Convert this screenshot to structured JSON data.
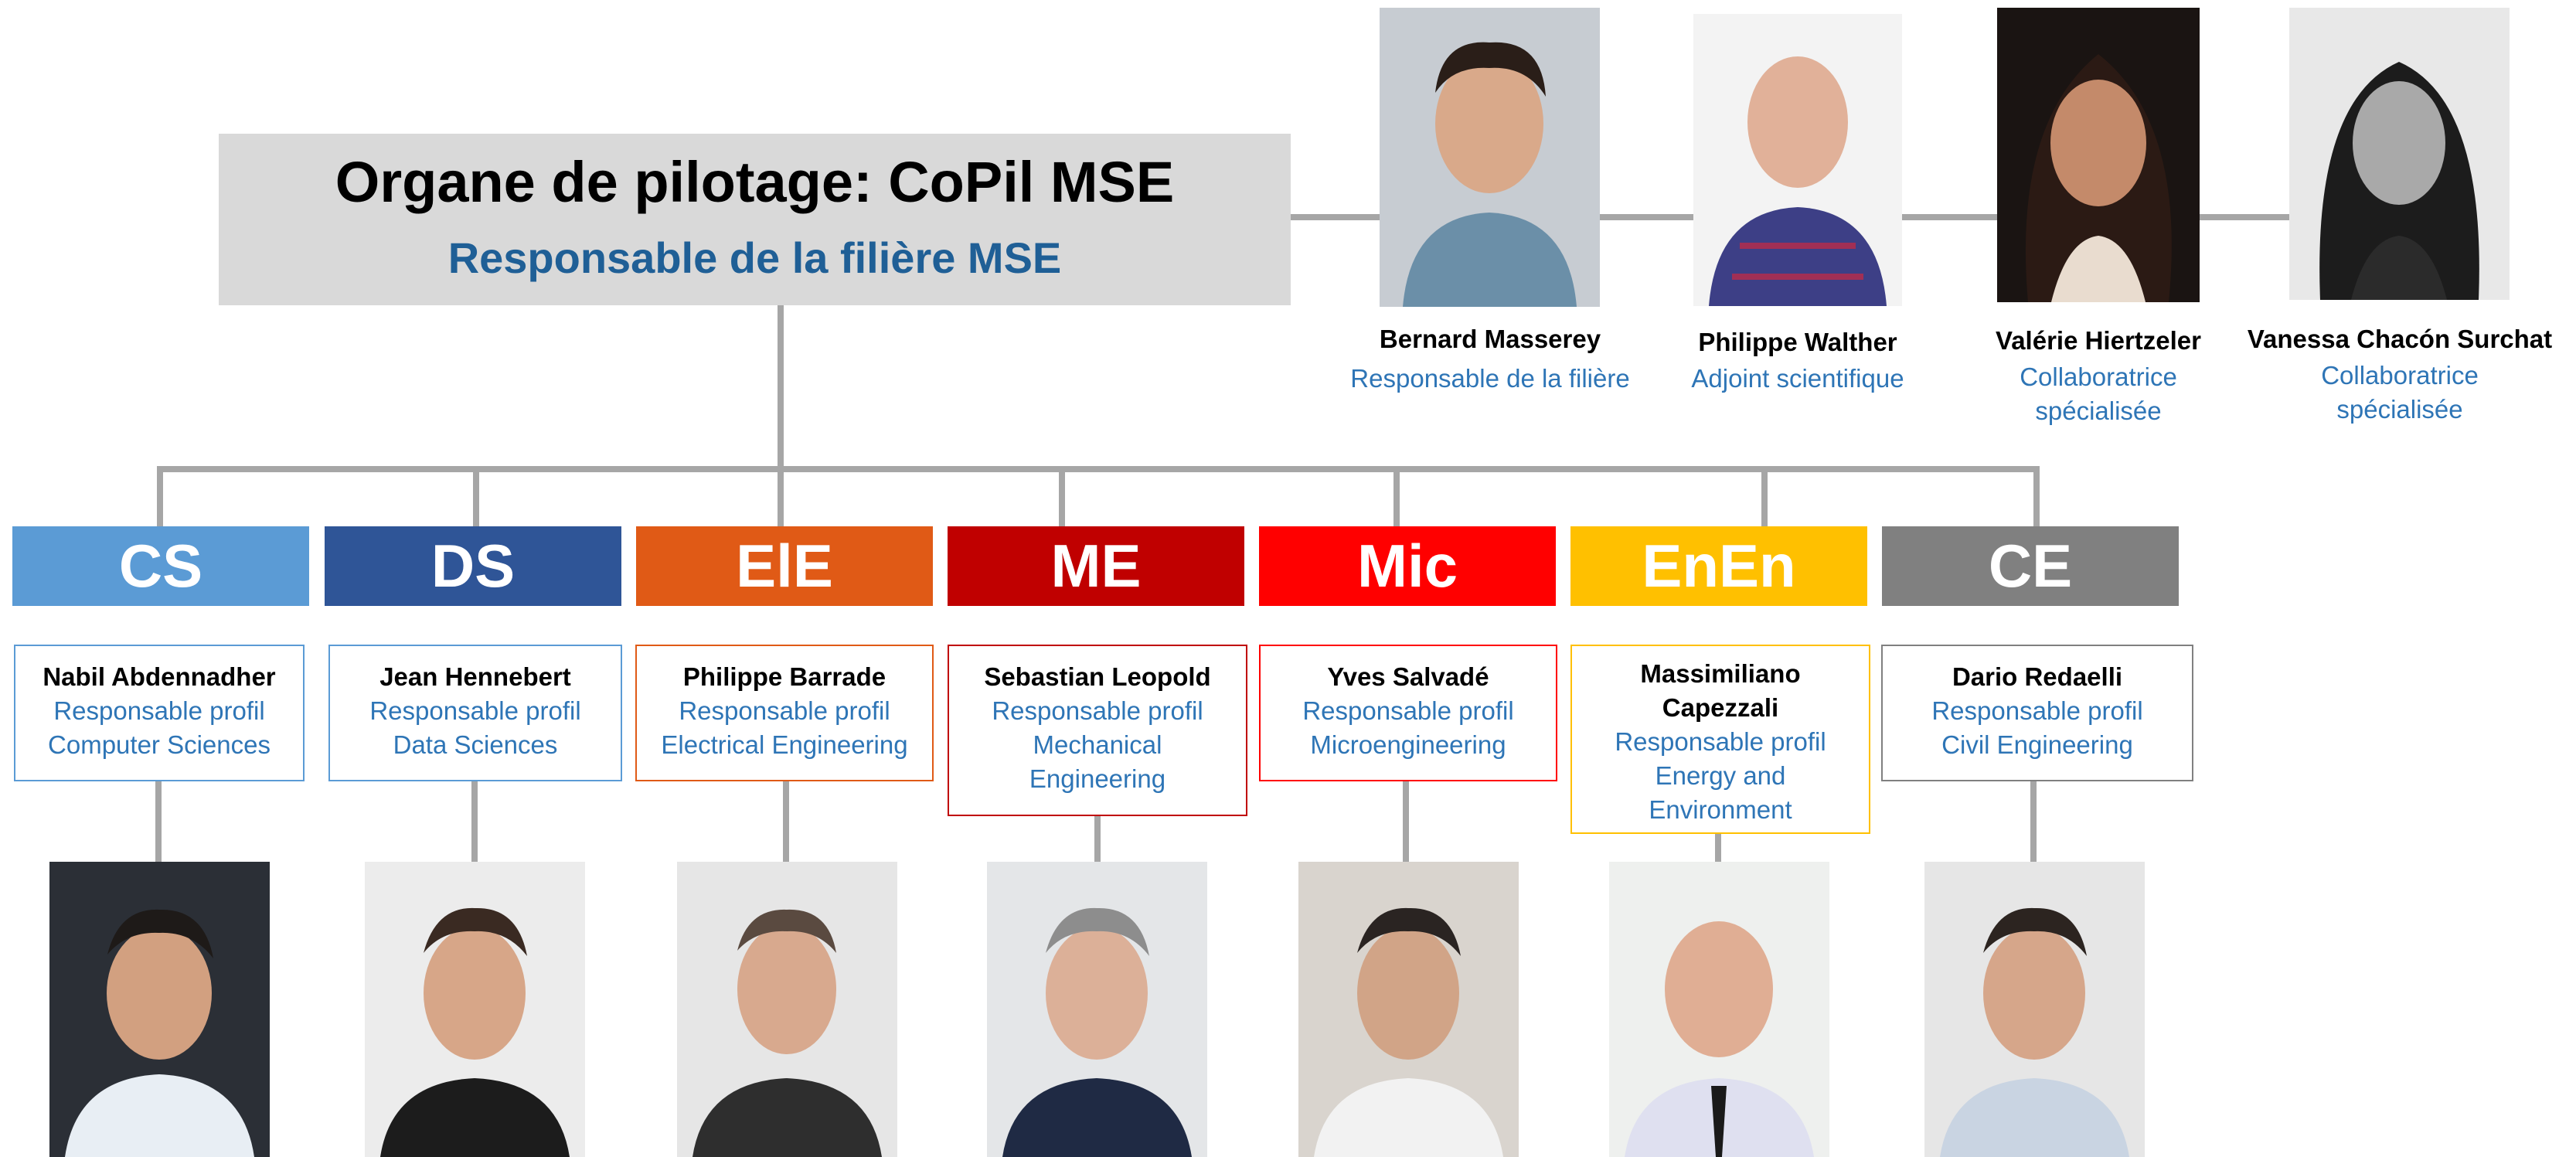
{
  "header": {
    "title": "Organe de pilotage: CoPil MSE",
    "subtitle": "Responsable de la filière MSE"
  },
  "leaders": [
    {
      "name": "Bernard Masserey",
      "role": "Responsable de la filière"
    },
    {
      "name": "Philippe Walther",
      "role": "Adjoint scientifique"
    },
    {
      "name": "Valérie Hiertzeler",
      "role": "Collaboratrice spécialisée"
    },
    {
      "name": "Vanessa Chacón Surchat",
      "role": "Collaboratrice spécialisée"
    }
  ],
  "departments": [
    {
      "code": "CS",
      "color": "#5b9bd5",
      "border": "#5b9bd5",
      "name": "Nabil Abdennadher",
      "role": "Responsable profil Computer Sciences"
    },
    {
      "code": "DS",
      "color": "#2f5597",
      "border": "#5b9bd5",
      "name": "Jean Hennebert",
      "role": "Responsable profil Data Sciences"
    },
    {
      "code": "ElE",
      "color": "#e05a16",
      "border": "#e05a16",
      "name": "Philippe Barrade",
      "role": "Responsable profil Electrical Engineering"
    },
    {
      "code": "ME",
      "color": "#c00000",
      "border": "#c00000",
      "name": "Sebastian Leopold",
      "role": "Responsable profil Mechanical Engineering"
    },
    {
      "code": "Mic",
      "color": "#ff0000",
      "border": "#ff0000",
      "name": "Yves Salvadé",
      "role": "Responsable profil Microengineering"
    },
    {
      "code": "EnEn",
      "color": "#ffc000",
      "border": "#ffc000",
      "name": "Massimiliano Capezzali",
      "role": "Responsable profil Energy and Environment"
    },
    {
      "code": "CE",
      "color": "#808080",
      "border": "#808080",
      "name": "Dario Redaelli",
      "role": "Responsable profil Civil Engineering"
    }
  ]
}
